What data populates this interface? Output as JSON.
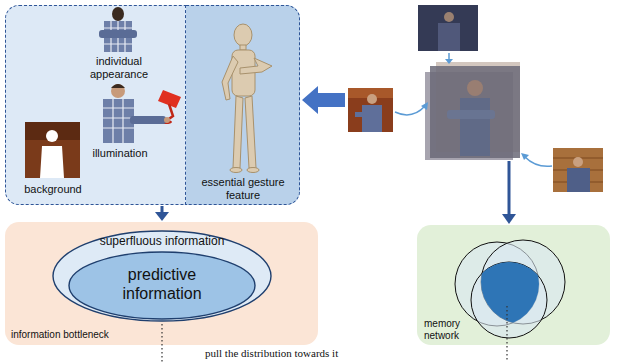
{
  "diagram": {
    "nodes": [
      {
        "text": [
          "individual appearance",
          "illumination",
          "background"
        ]
      },
      {
        "text": [
          "essential gesture feature"
        ]
      },
      {
        "text": [
          "information bottleneck"
        ]
      },
      {
        "text": [
          "superfluous information"
        ],
        "in": 2
      },
      {
        "text": [
          "predictive information"
        ],
        "in": 3
      },
      {
        "text": [
          "memory network"
        ]
      }
    ],
    "edges": [
      {
        "from": 0,
        "to": 2,
        "arrow": "to"
      }
    ],
    "labels": [
      "pull the distribution towards it"
    ]
  }
}
